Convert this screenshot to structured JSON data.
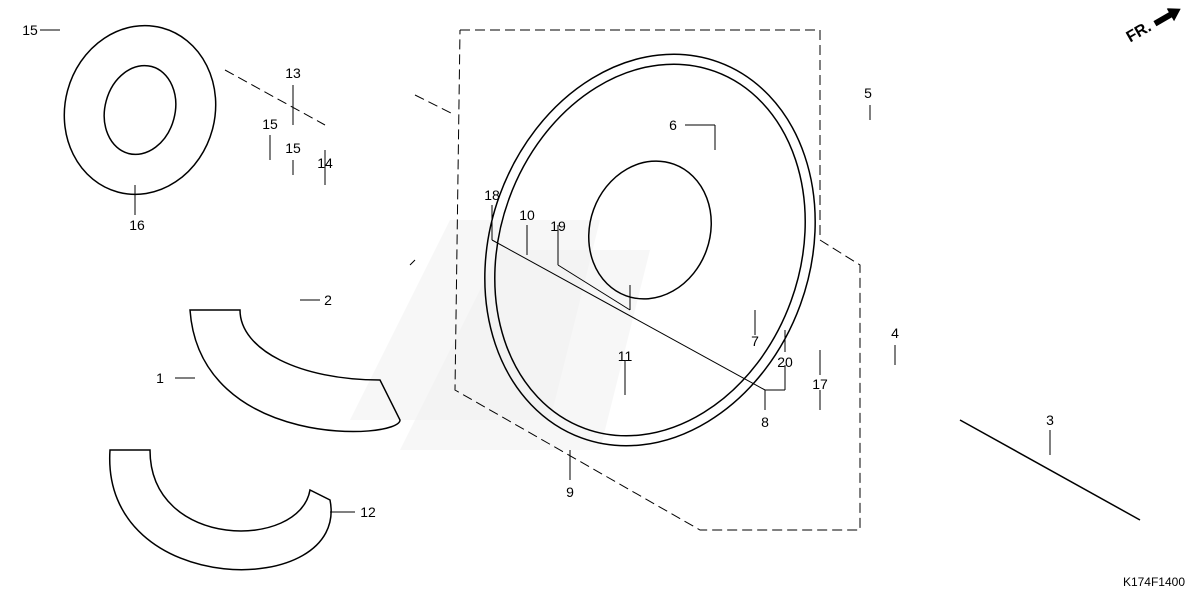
{
  "diagram": {
    "id": "K174F1400",
    "direction_label": "FR.",
    "parts": [
      {
        "id": "1",
        "label": "1"
      },
      {
        "id": "2",
        "label": "2"
      },
      {
        "id": "3",
        "label": "3"
      },
      {
        "id": "4",
        "label": "4"
      },
      {
        "id": "5",
        "label": "5"
      },
      {
        "id": "6",
        "label": "6"
      },
      {
        "id": "7",
        "label": "7"
      },
      {
        "id": "8",
        "label": "8"
      },
      {
        "id": "9",
        "label": "9"
      },
      {
        "id": "10",
        "label": "10"
      },
      {
        "id": "11",
        "label": "11"
      },
      {
        "id": "12",
        "label": "12"
      },
      {
        "id": "13",
        "label": "13"
      },
      {
        "id": "14",
        "label": "14"
      },
      {
        "id": "15a",
        "label": "15"
      },
      {
        "id": "15b",
        "label": "15"
      },
      {
        "id": "16",
        "label": "16"
      },
      {
        "id": "17",
        "label": "17"
      },
      {
        "id": "18",
        "label": "18"
      },
      {
        "id": "19",
        "label": "19"
      },
      {
        "id": "20a",
        "label": "20"
      },
      {
        "id": "20b",
        "label": "20"
      }
    ]
  }
}
